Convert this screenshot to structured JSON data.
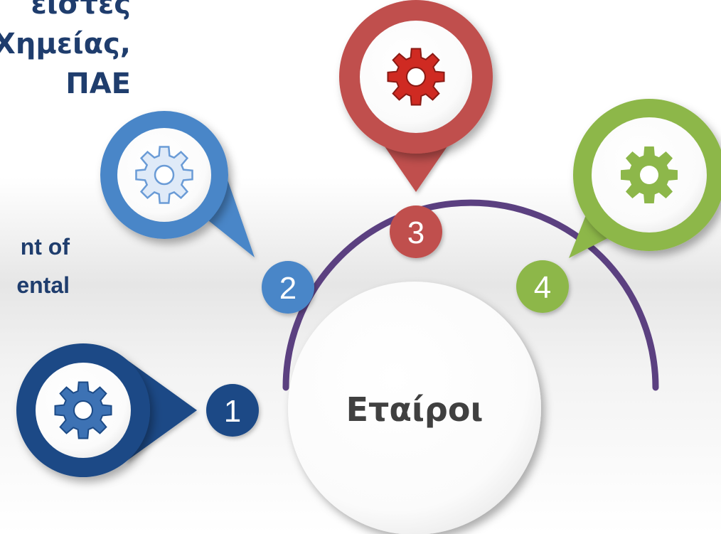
{
  "heading_greek": [
    "ειστες",
    "Χημείας,",
    "ΠΑΕ"
  ],
  "heading_english": [
    "nt of",
    "ental"
  ],
  "center": {
    "label": "Εταίροι"
  },
  "nodes": [
    {
      "number": "1",
      "color": "#1c4a86",
      "icon": "gear-icon"
    },
    {
      "number": "2",
      "color": "#4a86c8",
      "icon": "gear-icon"
    },
    {
      "number": "3",
      "color": "#c0504d",
      "icon": "gear-icon"
    },
    {
      "number": "4",
      "color": "#8db74a",
      "icon": "gear-icon"
    }
  ],
  "colors": {
    "arc": "#5b4080",
    "heading": "#1f3d6d",
    "center_text": "#404040"
  }
}
